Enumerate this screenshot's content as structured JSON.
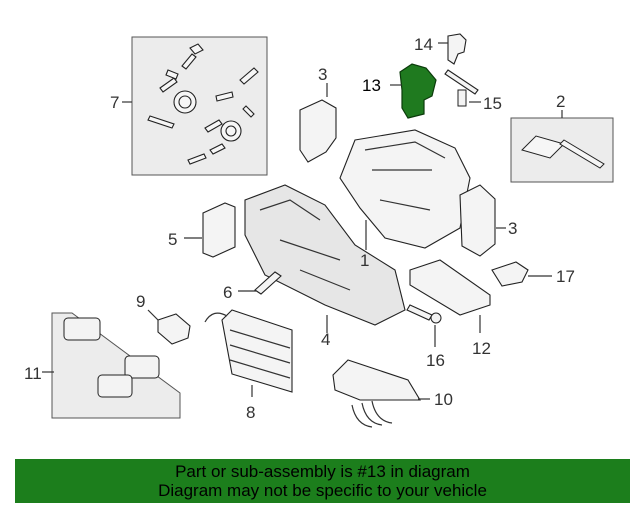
{
  "callouts": {
    "p1": "1",
    "p2": "2",
    "p3a": "3",
    "p3b": "3",
    "p4": "4",
    "p5": "5",
    "p6": "6",
    "p7": "7",
    "p8": "8",
    "p9": "9",
    "p10": "10",
    "p11": "11",
    "p12": "12",
    "p13": "13",
    "p14": "14",
    "p15": "15",
    "p16": "16",
    "p17": "17"
  },
  "highlighted_part": "13",
  "colors": {
    "highlight": "#1f7a1f",
    "banner": "#1c7e1c"
  },
  "banner": {
    "line1": "Part or sub-assembly is #13 in diagram",
    "line2": "Diagram may not be specific to your vehicle"
  }
}
